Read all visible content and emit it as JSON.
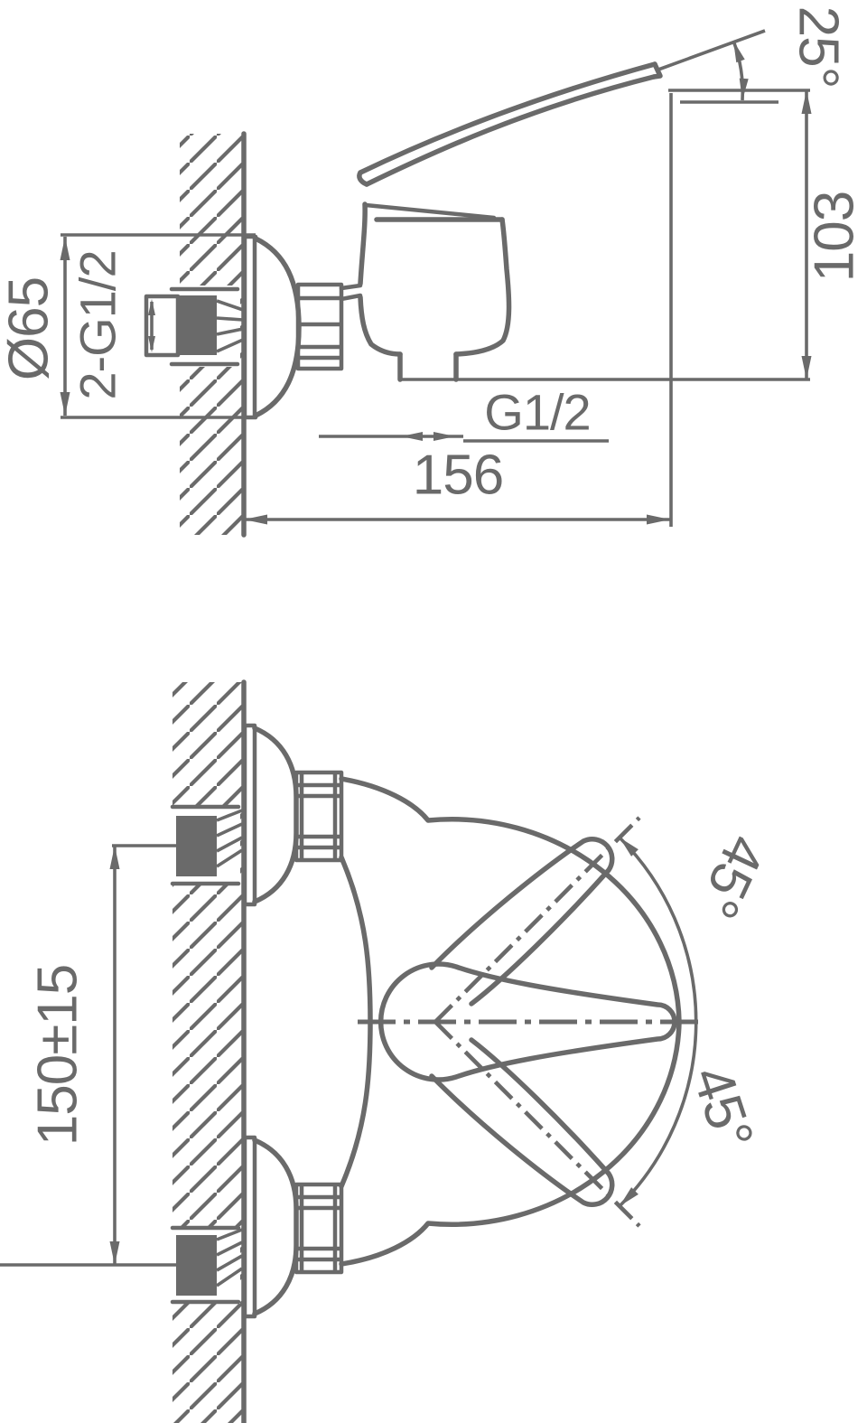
{
  "drawing": {
    "background_color": "#ffffff",
    "line_color": "#6a6a6a",
    "side_view": {
      "labels": {
        "lever_angle": "25°",
        "height": "103",
        "escutcheon_diameter": "Ø65",
        "wall_thread": "2-G1/2",
        "outlet_thread": "G1/2",
        "width": "156"
      }
    },
    "front_view": {
      "labels": {
        "connection_spacing": "150±15",
        "handle_angle_up": "45°",
        "handle_angle_down": "45°"
      }
    }
  }
}
